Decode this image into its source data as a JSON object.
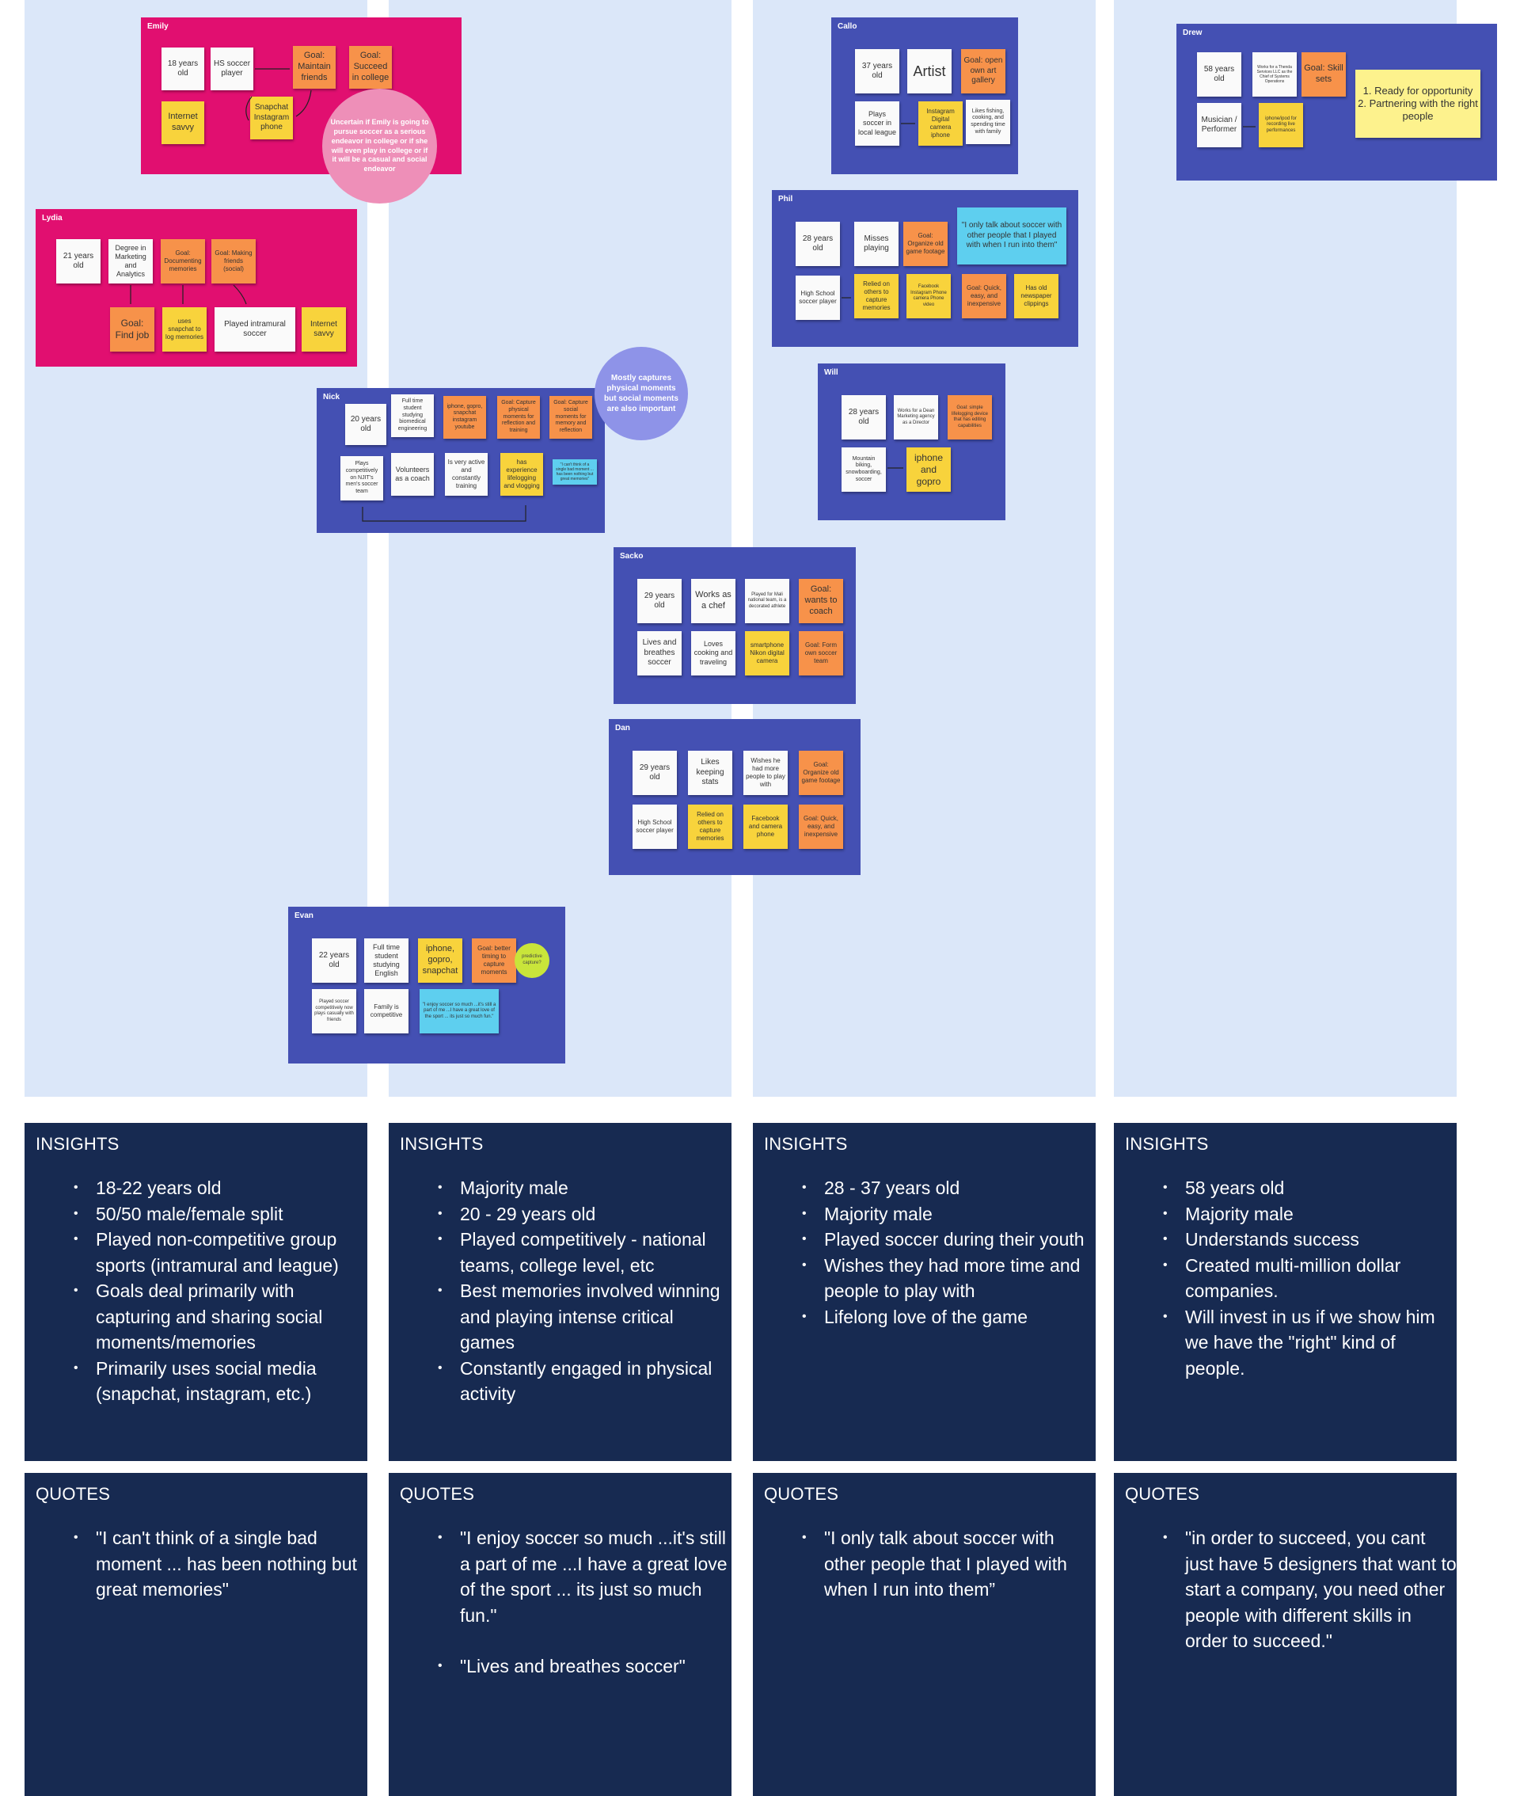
{
  "board": {
    "colors": {
      "column_bg": "#dbe7f9",
      "pink_frame": "#e10f70",
      "blue_frame": "#4450b3",
      "panel": "#172a51"
    },
    "frames": {
      "emily": {
        "title": "Emily",
        "notes": {
          "age": "18 years old",
          "hs": "HS soccer player",
          "goal1": "Goal: Maintain friends",
          "goal2": "Goal: Succeed in college",
          "internet": "Internet savvy",
          "snapchat": "Snapchat Instagram phone"
        },
        "circle": "Uncertain if Emily is going to pursue soccer as a serious endeavor in college or if she will even play in college or if it will be a casual and social endeavor"
      },
      "lydia": {
        "title": "Lydia",
        "notes": {
          "age": "21 years old",
          "degree": "Degree in Marketing and Analytics",
          "goal_doc": "Goal: Documenting memories",
          "goal_friends": "Goal: Making friends (social)",
          "goal_job": "Goal: Find job",
          "snapchat": "uses snapchat to log memories",
          "intramural": "Played intramural soccer",
          "internet": "Internet savvy"
        }
      },
      "nick": {
        "title": "Nick",
        "notes": {
          "age": "20 years old",
          "student": "Full time student studying biomedical engineering",
          "devices": "iphone, gopro, snapchat instagram youtube",
          "goal_physical": "Goal: Capture physical moments for reflection and training",
          "goal_social": "Goal: Capture social moments for memory and reflection",
          "plays": "Plays competitively on NJIT's men's soccer team",
          "volunteers": "Volunteers as a coach",
          "active": "Is very active and constantly training",
          "vlogging": "has experience lifelogging and vlogging",
          "quote": "\"I can't think of a single bad moment ... has been nothing but great memories\""
        },
        "circle": "Mostly captures physical moments but social moments are also important"
      },
      "sacko": {
        "title": "Sacko",
        "notes": {
          "age": "29 years old",
          "chef": "Works as a chef",
          "national": "Played for Mali national team, is a decorated athlete",
          "goal_coach": "Goal: wants to coach",
          "lives": "Lives and breathes soccer",
          "cooking": "Loves cooking and traveling",
          "camera": "smartphone Nikon digital camera",
          "goal_team": "Goal: Form own soccer team"
        }
      },
      "dan": {
        "title": "Dan",
        "notes": {
          "age": "29 years old",
          "stats": "Likes keeping stats",
          "wishes": "Wishes he had more people to play with",
          "goal_footage": "Goal: Organize old game footage",
          "hs": "High School soccer player",
          "relied": "Relied on others to capture memories",
          "facebook": "Facebook and camera phone",
          "goal_quick": "Goal: Quick, easy, and inexpensive"
        }
      },
      "evan": {
        "title": "Evan",
        "notes": {
          "age": "22 years old",
          "student": "Full time student studying English",
          "devices": "iphone, gopro, snapchat",
          "goal": "Goal: better timing to capture moments",
          "played": "Played soccer competitively now plays casually with friends",
          "family": "Family is competitive",
          "quote": "\"I enjoy soccer so much ...it's still a part of me ...I have a great love of the sport ... its just so much fun.\""
        },
        "circle": "predictive capture?"
      },
      "callo": {
        "title": "Callo",
        "notes": {
          "age": "37 years old",
          "artist": "Artist",
          "goal": "Goal: open own art gallery",
          "plays": "Plays soccer in local league",
          "devices": "Instagram Digital camera iphone",
          "likes": "Likes fishing, cooking, and spending time with family"
        }
      },
      "phil": {
        "title": "Phil",
        "notes": {
          "age": "28 years old",
          "misses": "Misses playing",
          "goal_footage": "Goal: Organize old game footage",
          "quote": "\"I only talk about soccer with other people that I played with when I run into them\"",
          "hs": "High School soccer player",
          "relied": "Relied on others to capture memories",
          "facebook": "Facebook Instagram Phone camera Phone video",
          "goal_quick": "Goal: Quick, easy, and inexpensive",
          "clippings": "Has old newspaper clippings"
        }
      },
      "will": {
        "title": "Will",
        "notes": {
          "age": "28 years old",
          "works": "Works for a Dean Marketing agency as a Director",
          "goal": "Goal: simple lifelogging device that has editing capabilities",
          "mountain": "Mountain biking, snowboarding, soccer",
          "devices": "iphone and gopro"
        }
      },
      "drew": {
        "title": "Drew",
        "notes": {
          "age": "58 years old",
          "works": "Works for a Thenda Services LLC as the Chief of Systems Operations",
          "goal": "Goal: Skill sets",
          "list": "1. Ready for opportunity\n2. Partnering with the right people",
          "musician": "Musician / Performer",
          "devices": "iphone/ipod for recording live performances"
        }
      }
    }
  },
  "panels": [
    {
      "insights_title": "INSIGHTS",
      "insights": [
        "18-22 years old",
        "50/50 male/female split",
        "Played non-competitive group sports (intramural and league)",
        "Goals deal primarily with capturing and sharing social moments/memories",
        "Primarily uses social media (snapchat, instagram, etc.)"
      ],
      "quotes_title": "QUOTES",
      "quotes": [
        "\"I can't think of a single bad moment ... has been nothing but great memories\""
      ]
    },
    {
      "insights_title": "INSIGHTS",
      "insights": [
        "Majority male",
        "20 - 29 years old",
        "Played competitively - national teams, college level, etc",
        "Best memories involved winning and playing intense critical games",
        "Constantly engaged in physical activity"
      ],
      "quotes_title": "QUOTES",
      "quotes": [
        "\"I enjoy soccer so much ...it's still a part of me ...I have a great love of the sport ... its just so much fun.\"",
        "\"Lives and breathes soccer\""
      ]
    },
    {
      "insights_title": "INSIGHTS",
      "insights": [
        "28 - 37 years old",
        "Majority male",
        "Played soccer during their youth",
        "Wishes they had more time and people to play with",
        "Lifelong love of the game"
      ],
      "quotes_title": "QUOTES",
      "quotes": [
        "\"I only talk about soccer with other people that I played with when I run into them”"
      ]
    },
    {
      "insights_title": "INSIGHTS",
      "insights": [
        "58 years old",
        "Majority male",
        "Understands success",
        "Created multi-million dollar companies.",
        "Will invest in us if we show him we have the \"right\" kind of people."
      ],
      "quotes_title": "QUOTES",
      "quotes": [
        "\"in order to succeed, you cant just have 5 designers that want to start a company, you need other people with different skills in order to succeed.\""
      ]
    }
  ]
}
